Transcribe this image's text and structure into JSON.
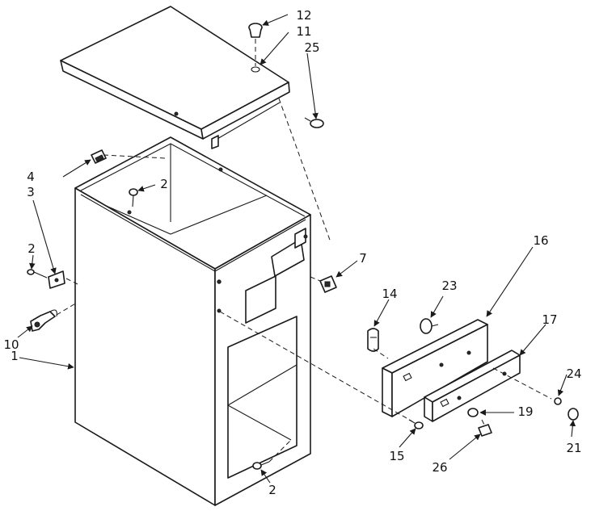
{
  "callouts": {
    "c1": "1",
    "c2a": "2",
    "c2b": "2",
    "c2c": "2",
    "c3": "3",
    "c4": "4",
    "c7": "7",
    "c10": "10",
    "c11": "11",
    "c12": "12",
    "c14": "14",
    "c15": "15",
    "c16": "16",
    "c17": "17",
    "c19": "19",
    "c21": "21",
    "c23": "23",
    "c24": "24",
    "c25": "25",
    "c26": "26"
  }
}
